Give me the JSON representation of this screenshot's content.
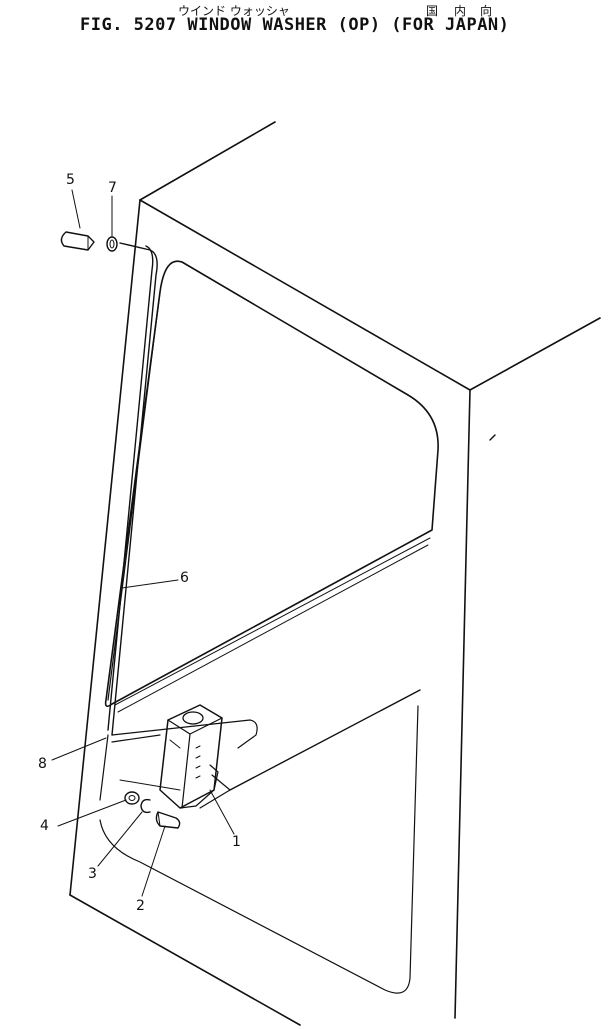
{
  "header": {
    "jp_left": "ウインド ウォッシャ",
    "jp_right": [
      "国",
      "内",
      "向"
    ],
    "title": "FIG. 5207  WINDOW WASHER (OP) (FOR JAPAN)"
  },
  "callouts": [
    {
      "id": "1",
      "label": "1"
    },
    {
      "id": "2",
      "label": "2"
    },
    {
      "id": "3",
      "label": "3"
    },
    {
      "id": "4",
      "label": "4"
    },
    {
      "id": "5",
      "label": "5"
    },
    {
      "id": "6",
      "label": "6"
    },
    {
      "id": "7",
      "label": "7"
    },
    {
      "id": "8",
      "label": "8"
    }
  ]
}
